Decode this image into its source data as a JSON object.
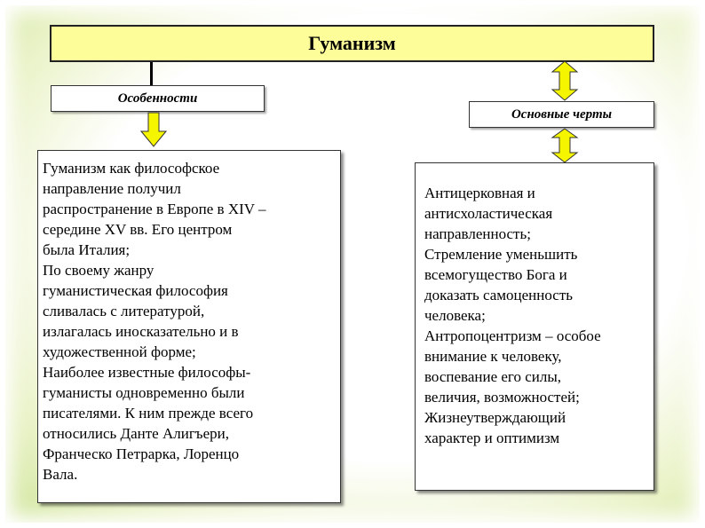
{
  "title": "Гуманизм",
  "left": {
    "label": "Особенности",
    "lines": [
      "Гуманизм как философское",
      "направление получил",
      "распространение в Европе в XIV –",
      "середине XV вв. Его центром",
      "была Италия;",
      "По своему жанру",
      "гуманистическая философия",
      "сливалась с литературой,",
      "излагалась иносказательно и в",
      "художественной форме;",
      "Наиболее известные философы-",
      "гуманисты одновременно были",
      "писателями. К ним прежде всего",
      "относились Данте Алигъери,",
      "Франческо Петрарка, Лоренцо",
      "Вала."
    ]
  },
  "right": {
    "label": "Основные черты",
    "lines": [
      "Антицерковная и",
      "антисхоластическая",
      "направленность;",
      "Стремление уменьшить",
      "всемогущество Бога и",
      "доказать самоценность",
      "человека;",
      "Антропоцентризм – особое",
      "внимание к человеку,",
      "воспевание его силы,",
      "величия, возможностей;",
      "Жизнеутверждающий",
      "характер и оптимизм"
    ]
  },
  "colors": {
    "title_fill": "#fdfd9a",
    "arrow_fill": "#f5f500",
    "background_glow": "#cfe59a"
  }
}
